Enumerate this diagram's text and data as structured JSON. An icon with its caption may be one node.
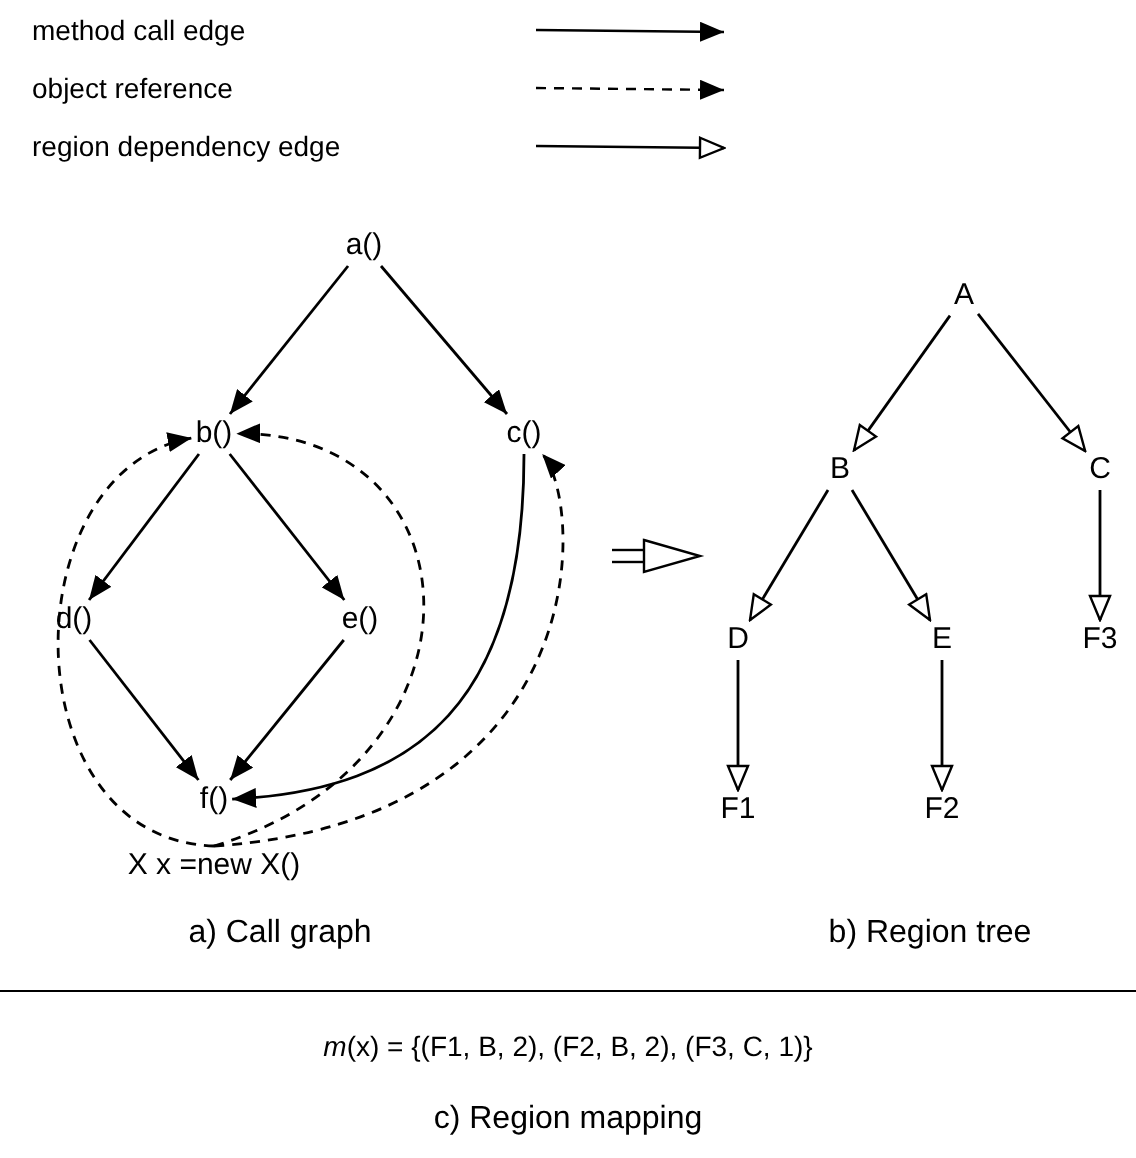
{
  "diagram": {
    "nodes": [
      {
        "text": [
          "a()"
        ]
      },
      {
        "text": [
          "b()"
        ]
      },
      {
        "text": [
          "c()"
        ]
      },
      {
        "text": [
          "d()"
        ]
      },
      {
        "text": [
          "e()"
        ]
      },
      {
        "text": [
          "f()"
        ]
      },
      {
        "text": [
          "X x =new X()"
        ]
      },
      {
        "text": [
          "A"
        ]
      },
      {
        "text": [
          "B"
        ]
      },
      {
        "text": [
          "C"
        ]
      },
      {
        "text": [
          "D"
        ]
      },
      {
        "text": [
          "E"
        ]
      },
      {
        "text": [
          "F1"
        ]
      },
      {
        "text": [
          "F2"
        ]
      },
      {
        "text": [
          "F3"
        ]
      }
    ],
    "edges": [
      {
        "from": 0,
        "to": 1,
        "arrow": "to"
      },
      {
        "from": 0,
        "to": 2,
        "arrow": "to"
      },
      {
        "from": 1,
        "to": 3,
        "arrow": "to"
      },
      {
        "from": 1,
        "to": 4,
        "arrow": "to"
      },
      {
        "from": 3,
        "to": 5,
        "arrow": "to"
      },
      {
        "from": 4,
        "to": 5,
        "arrow": "to"
      },
      {
        "from": 2,
        "to": 5,
        "arrow": "to"
      },
      {
        "from": 6,
        "to": 1,
        "arrow": "to",
        "style": "dashed"
      },
      {
        "from": 6,
        "to": 1,
        "arrow": "to",
        "style": "dashed"
      },
      {
        "from": 6,
        "to": 2,
        "arrow": "to",
        "style": "dashed"
      },
      {
        "from": 7,
        "to": 8,
        "arrow": "to"
      },
      {
        "from": 7,
        "to": 9,
        "arrow": "to"
      },
      {
        "from": 8,
        "to": 10,
        "arrow": "to"
      },
      {
        "from": 8,
        "to": 11,
        "arrow": "to"
      },
      {
        "from": 9,
        "to": 14,
        "arrow": "to"
      },
      {
        "from": 10,
        "to": 12,
        "arrow": "to"
      },
      {
        "from": 11,
        "to": 13,
        "arrow": "to"
      }
    ],
    "labels": [
      "a) Call graph",
      "b) Region tree",
      "*m*(x) = {(F1, B, 2), (F2, B, 2), (F3, C, 1)}",
      "c) Region mapping"
    ],
    "legend": [
      {
        "text": "method call edge"
      },
      {
        "text": "object reference"
      },
      {
        "text": "region dependency edge"
      }
    ]
  }
}
